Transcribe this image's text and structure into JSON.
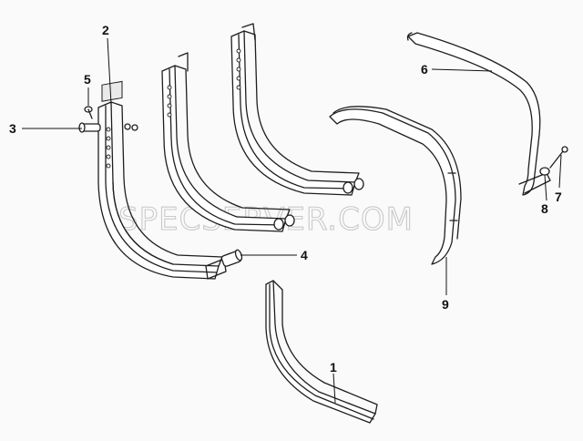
{
  "watermark": "SPECSERVER.COM",
  "callouts": {
    "c1": "1",
    "c2": "2",
    "c3": "3",
    "c4": "4",
    "c5": "5",
    "c6": "6",
    "c7": "7",
    "c8": "8",
    "c9": "9"
  }
}
